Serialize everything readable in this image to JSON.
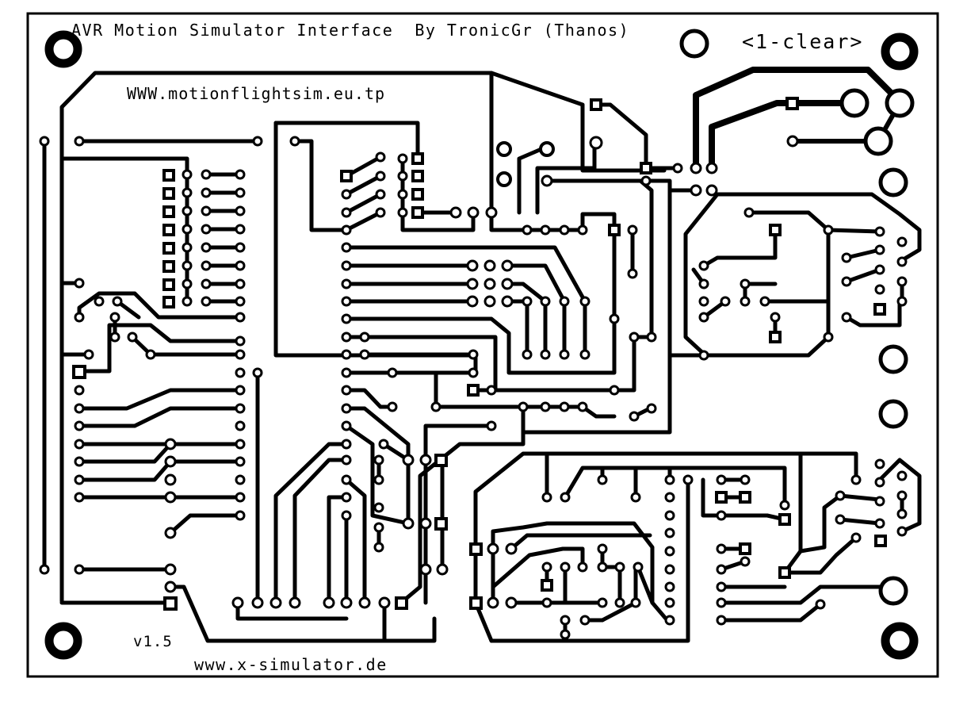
{
  "board": {
    "title": "AVR Motion Simulator Interface  By TronicGr (Thanos)",
    "url_top": "WWW.motionflightsim.eu.tp",
    "layer_label": "<1-clear>",
    "version": "v1.5",
    "url_bottom": "www.x-simulator.de"
  },
  "colors": {
    "trace": "#000000",
    "background": "#ffffff"
  }
}
